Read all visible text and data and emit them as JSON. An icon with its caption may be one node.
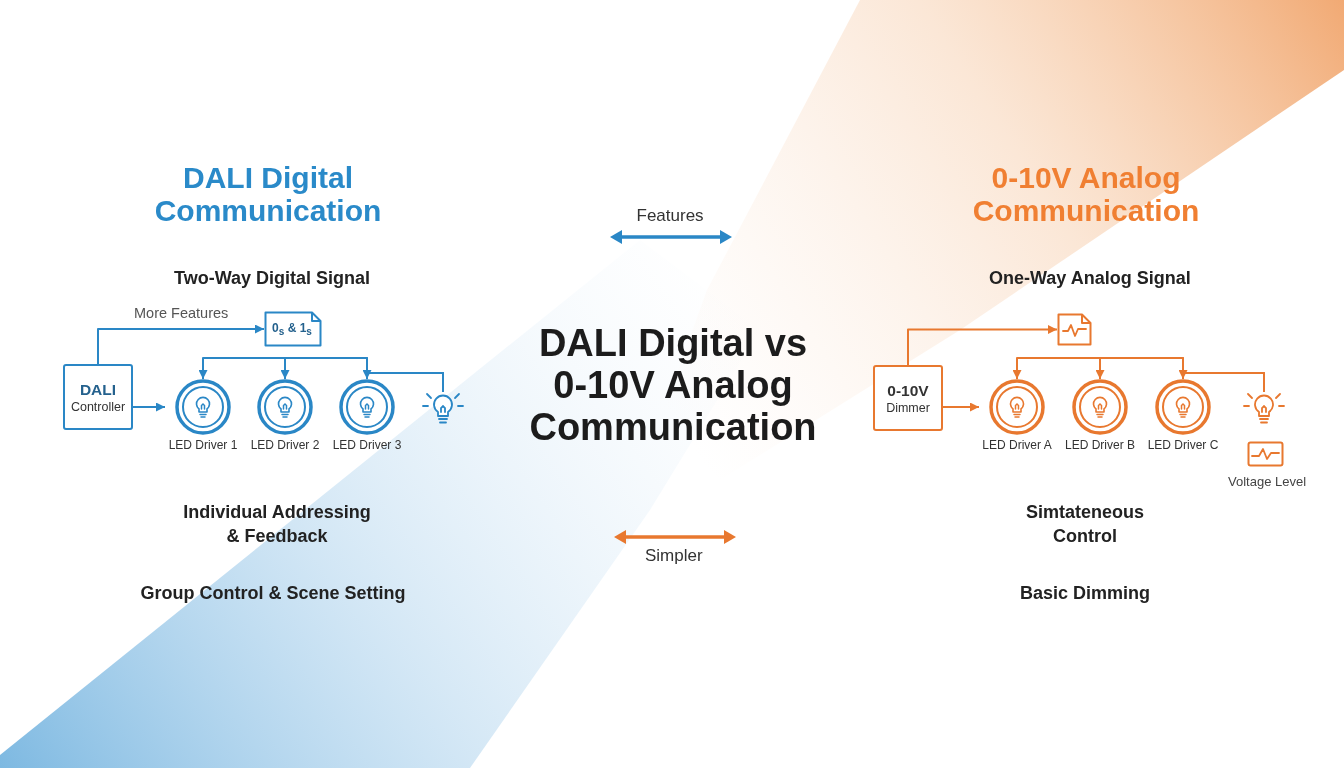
{
  "diagram": {
    "title": "DALI Digital vs 0-10V Analog Communication",
    "nodes": [
      {
        "text": [
          "DALI",
          "Controller"
        ]
      },
      {
        "text": [
          "0$_{s}$ & 1$_{s}$"
        ]
      },
      {
        "text": [
          "LED Driver 1"
        ]
      },
      {
        "text": [
          "LED Driver 2"
        ]
      },
      {
        "text": [
          "LED Driver 3"
        ]
      },
      {
        "text": [],
        "shape": "picture"
      },
      {
        "text": [
          "0-10V",
          "Dimmer"
        ]
      },
      {
        "text": [],
        "shape": "picture"
      },
      {
        "text": [
          "LED Driver A"
        ]
      },
      {
        "text": [
          "LED Driver B"
        ]
      },
      {
        "text": [
          "LED Driver C"
        ]
      },
      {
        "text": [],
        "shape": "picture"
      }
    ],
    "edges": [
      {
        "from": 0,
        "to": 1,
        "arrow": "to",
        "label": "More Features",
        "color": "#2a87c6"
      },
      {
        "from": 0,
        "to": 2,
        "arrow": "to",
        "color": "#2a87c6"
      },
      {
        "from": 5,
        "to": 2,
        "arrow": "to",
        "color": "#2a87c6"
      },
      {
        "from": 5,
        "to": 3,
        "arrow": "to",
        "color": "#2a87c6"
      },
      {
        "from": 5,
        "to": 4,
        "arrow": "to",
        "color": "#2a87c6"
      },
      {
        "from": 6,
        "to": 7,
        "arrow": "to",
        "color": "#e8782f"
      },
      {
        "from": 6,
        "to": 8,
        "arrow": "to",
        "color": "#e8782f"
      },
      {
        "from": 11,
        "to": 8,
        "arrow": "to",
        "color": "#e8782f"
      },
      {
        "from": 11,
        "to": 9,
        "arrow": "to",
        "color": "#e8782f"
      },
      {
        "from": 11,
        "to": 10,
        "arrow": "to",
        "color": "#e8782f"
      }
    ],
    "labels": [
      "DALI Digital Communication",
      "0-10V Analog Communication",
      "Features",
      "Two-Way Digital Signal",
      "One-Way Analog Signal",
      "Voltage Level",
      "Individual Addressing & Feedback",
      "Simtateneous Control",
      "Simpler",
      "Group Control & Scene Setting",
      "Basic Dimming"
    ]
  }
}
